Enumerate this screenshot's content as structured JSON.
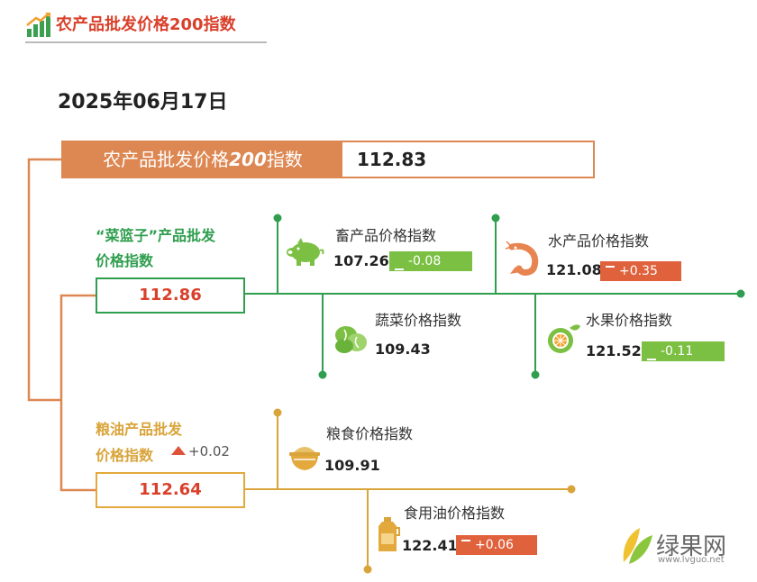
{
  "header": {
    "title": "农产品批发价格200指数",
    "icon": "bar-chart-growth-icon",
    "accent_color": "#d9402b"
  },
  "date": "2025年06月17日",
  "main_index": {
    "label_prefix": "农产品批发价格",
    "label_number": "200",
    "label_suffix": "指数",
    "value": "112.83",
    "color": "#dd8752"
  },
  "basket_group": {
    "label_line1": "“菜篮子”产品批发",
    "label_line2": "价格指数",
    "value": "112.86",
    "color": "#2f9e4e",
    "items": [
      {
        "label": "畜产品价格指数",
        "value": "107.26",
        "change": "-0.08",
        "direction": "down",
        "icon": "pig-icon"
      },
      {
        "label": "水产品价格指数",
        "value": "121.08",
        "change": "+0.35",
        "direction": "up",
        "icon": "shrimp-icon"
      },
      {
        "label": "蔬菜价格指数",
        "value": "109.43",
        "change": "",
        "direction": "none",
        "icon": "vegetable-icon"
      },
      {
        "label": "水果价格指数",
        "value": "121.52",
        "change": "-0.11",
        "direction": "down",
        "icon": "fruit-icon"
      }
    ]
  },
  "grain_oil_group": {
    "label_line1": "粮油产品批发",
    "label_line2": "价格指数",
    "change": "+0.02",
    "value": "112.64",
    "color": "#e3a93c",
    "items": [
      {
        "label": "粮食价格指数",
        "value": "109.91",
        "change": "",
        "direction": "none",
        "icon": "grain-bowl-icon"
      },
      {
        "label": "食用油价格指数",
        "value": "122.41",
        "change": "+0.06",
        "direction": "up",
        "icon": "oil-bottle-icon"
      }
    ]
  },
  "watermark": {
    "name": "绿果网",
    "url": "www.lvguo.net"
  },
  "colors": {
    "up": "#e0623c",
    "down": "#7bc043",
    "connector_orange": "#dd8752",
    "connector_green": "#2f9e4e",
    "connector_gold": "#d9a43a"
  }
}
